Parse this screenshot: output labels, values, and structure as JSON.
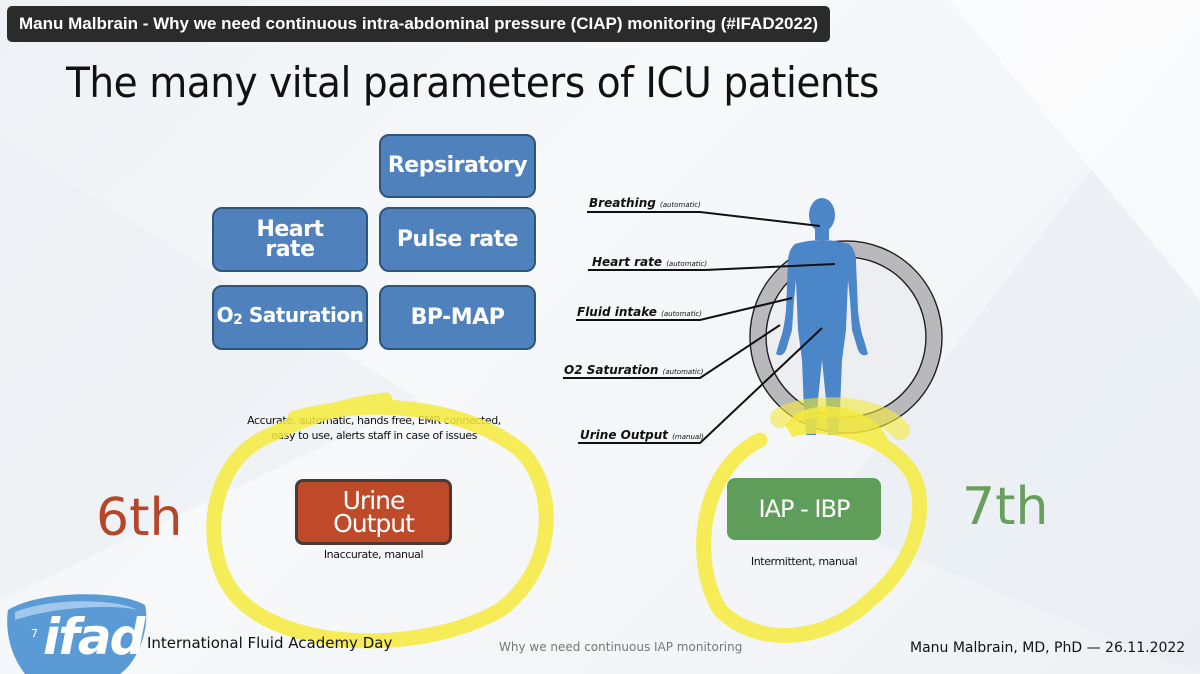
{
  "video_title": "Manu Malbrain - Why we need continuous intra-abdominal pressure (CIAP) monitoring (#IFAD2022)",
  "slide": {
    "title": "The many vital parameters of  ICU patients",
    "parameter_boxes": {
      "respiratory": "Repsiratory",
      "heart_rate_line1": "Heart",
      "heart_rate_line2": "rate",
      "pulse_rate": "Pulse rate",
      "o2_saturation_o": "O",
      "o2_saturation_sub": "2",
      "o2_saturation_rest": " Saturation",
      "bp_map": "BP-MAP"
    },
    "body_labels": [
      {
        "name": "Breathing",
        "mode": "(automatic)"
      },
      {
        "name": "Heart rate",
        "mode": "(automatic)"
      },
      {
        "name": "Fluid intake",
        "mode": "(automatic)"
      },
      {
        "name": "O2 Saturation",
        "mode": "(automatic)"
      },
      {
        "name": "Urine Output",
        "mode": "(manual)"
      }
    ],
    "criteria_line1": "Accurate, automatic, hands free, EMR connected,",
    "criteria_line2": "easy to use, alerts staff in case of issues",
    "sixth": {
      "rank": "6th",
      "box_line1": "Urine",
      "box_line2": "Output",
      "description": "Inaccurate, manual"
    },
    "seventh": {
      "rank": "7th",
      "box_label": "IAP - IBP",
      "description": "Intermittent, manual"
    },
    "footer": {
      "logo_number": "7",
      "logo_text": "ifad",
      "organization": "International Fluid Academy Day",
      "subtitle": "Why we need continuous IAP monitoring",
      "author_date": "Manu Malbrain, MD, PhD —  26.11.2022"
    }
  },
  "colors": {
    "box_blue": "#4f81bd",
    "urine_red": "#be4a2a",
    "iap_green": "#5f9e5a",
    "rank6_color": "#b5462a",
    "rank7_color": "#6a9e5f",
    "highlight_yellow": "#f5ea3c",
    "body_blue": "#4a86c8"
  }
}
